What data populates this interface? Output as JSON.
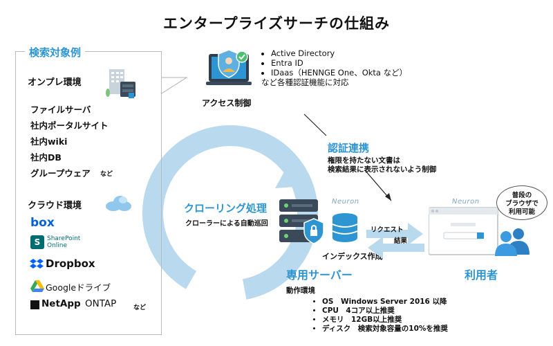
{
  "title": "エンタープライズサーチの仕組み",
  "targets": {
    "heading": "検索対象例",
    "onprem": {
      "label": "オンプレ環境",
      "items": [
        "ファイルサーバ",
        "社内ポータルサイト",
        "社内wiki",
        "社内DB",
        "グループウェア"
      ],
      "etc": "など"
    },
    "cloud": {
      "label": "クラウド環境",
      "box": "box",
      "sharepoint_1": "SharePoint",
      "sharepoint_2": "Online",
      "dropbox": "Dropbox",
      "google": "Googleドライブ",
      "netapp": "NetApp",
      "ontap": "ONTAP",
      "etc": "など"
    }
  },
  "access": {
    "items": [
      "Active Directory",
      "Entra ID",
      "IDaas（HENNGE One、Okta など）"
    ],
    "note": "など各種認証機能に対応",
    "label": "アクセス制御"
  },
  "auth": {
    "heading": "認証連携",
    "desc_1": "権限を持たない文書は",
    "desc_2": "検索結果に表示されないよう制御"
  },
  "crawl": {
    "heading": "クローリング処理",
    "desc": "クローラーによる自動巡回"
  },
  "server": {
    "logo": "Neuron",
    "index_label": "インデックス作成",
    "heading": "専用サーバー"
  },
  "arrows": {
    "request": "リクエスト",
    "result": "結果"
  },
  "user": {
    "logo": "Neuron",
    "bubble": [
      "普段の",
      "ブラウザで",
      "利用可能"
    ],
    "heading": "利用者"
  },
  "requirements": {
    "heading": "動作環境",
    "items": [
      "OS　Windows Server 2016 以降",
      "CPU　4コア以上推奨",
      "メモリ　12GB以上推奨",
      "ディスク　検索対象容量の10%を推奨"
    ]
  },
  "colors": {
    "accent": "#2e95d3",
    "ring": "#b9d9ee",
    "box": "#0061d5",
    "dropbox": "#0061fe",
    "sharepoint": "#036c70"
  }
}
